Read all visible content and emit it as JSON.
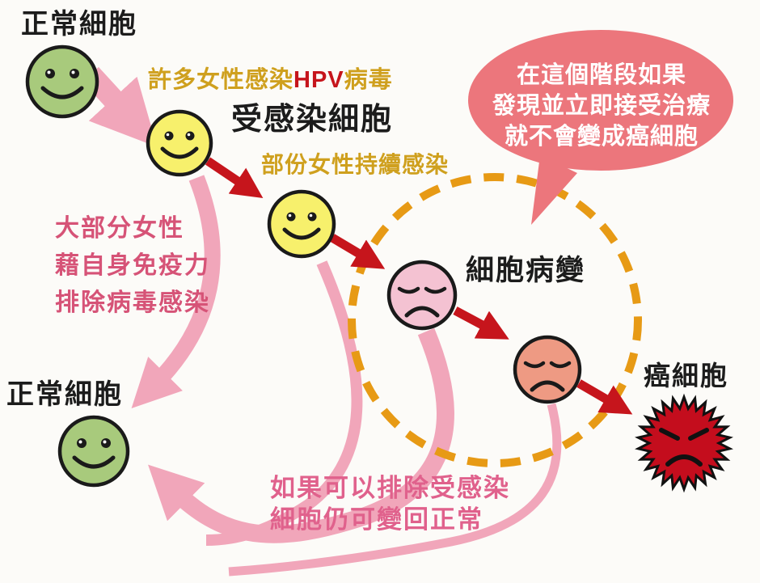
{
  "colors": {
    "bg": "#fcfbf8",
    "black": "#1c1c1c",
    "gold": "#cfa01e",
    "red": "#c6151c",
    "rose": "#d65377",
    "rose2": "#e0618c",
    "pink_arrow": "#f1a6ba",
    "dash": "#e79a15",
    "bubble": "#ec767c",
    "green_cell": "#a8ca7c",
    "yellow_cell": "#f7f06c",
    "pink_cell": "#f4c2d2",
    "salmon_cell": "#ee9a83",
    "cancer_cell": "#c40d1d"
  },
  "diagram": {
    "top_left_label": "正常細胞",
    "infection_caption": {
      "prefix": "許多女性感染",
      "highlight": "HPV",
      "suffix": "病毒"
    },
    "infected_label": "受感染細胞",
    "persist_caption": "部份女性持續感染",
    "lesion_label": "細胞病變",
    "cancer_label": "癌細胞",
    "immunity_note": [
      "大部分女性",
      "藉自身免疫力",
      "排除病毒感染"
    ],
    "bubble_note": [
      "在這個階段如果",
      "發現並立即接受治療",
      "就不會變成癌細胞"
    ],
    "bottom_left_label": "正常細胞",
    "recover_note": [
      "如果可以排除受感染",
      "細胞仍可變回正常"
    ]
  }
}
